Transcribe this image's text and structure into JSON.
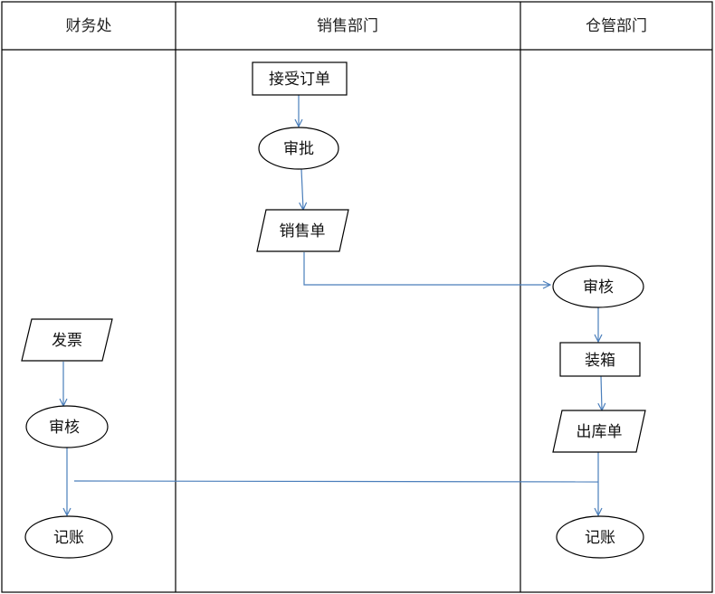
{
  "lanes": [
    {
      "id": "finance",
      "title": "财务处"
    },
    {
      "id": "sales",
      "title": "销售部门"
    },
    {
      "id": "warehouse",
      "title": "仓管部门"
    }
  ],
  "nodes": {
    "sales_receive_order": "接受订单",
    "sales_approve": "审批",
    "sales_sales_slip": "销售单",
    "finance_invoice": "发票",
    "finance_review": "审核",
    "finance_bookkeeping": "记账",
    "warehouse_review": "审核",
    "warehouse_packing": "装箱",
    "warehouse_outbound_slip": "出库单",
    "warehouse_bookkeeping": "记账"
  },
  "colors": {
    "connector": "#4a7ebb",
    "outline": "#000000"
  }
}
